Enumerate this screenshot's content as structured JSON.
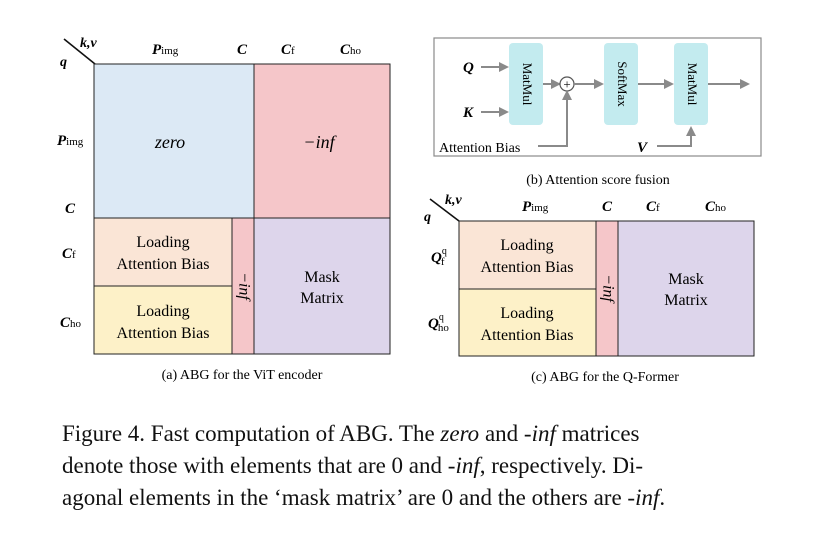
{
  "panel_a": {
    "corner_top": "k,v",
    "corner_left": "q",
    "col_labels": {
      "p_main": "P",
      "p_sub": "img",
      "c": "C",
      "cf_main": "C",
      "cf_sub": "f",
      "cho_main": "C",
      "cho_sub": "ho"
    },
    "row_labels": {
      "p_main": "P",
      "p_sub": "img",
      "c": "C",
      "cf_main": "C",
      "cf_sub": "f",
      "cho_main": "C",
      "cho_sub": "ho"
    },
    "zero_label": "zero",
    "neg_inf_label": "−inf",
    "loading_line1": "Loading",
    "loading_line2": "Attention Bias",
    "inf_vertical": "−inf",
    "mask_line1": "Mask",
    "mask_line2": "Matrix",
    "caption": "(a) ABG for the ViT encoder"
  },
  "panel_b": {
    "q": "Q",
    "k": "K",
    "v": "V",
    "matmul1": "MatMul",
    "softmax": "SoftMax",
    "matmul2": "MatMul",
    "bias": "Attention Bias",
    "plus": "+",
    "caption": "(b) Attention score fusion"
  },
  "panel_c": {
    "corner_top": "k,v",
    "corner_left": "q",
    "col_labels": {
      "p_main": "P",
      "p_sub": "img",
      "c": "C",
      "cf_main": "C",
      "cf_sub": "f",
      "cho_main": "C",
      "cho_sub": "ho"
    },
    "row_labels": {
      "qf_main": "Q",
      "qf_sup": "q",
      "qf_sub": "f",
      "qho_main": "Q",
      "qho_sup": "q",
      "qho_sub": "ho"
    },
    "loading_line1": "Loading",
    "loading_line2": "Attention Bias",
    "inf_vertical": "−inf",
    "mask_line1": "Mask",
    "mask_line2": "Matrix",
    "caption": "(c) ABG for the Q-Former"
  },
  "figure_caption": {
    "l1_a": "Figure 4. Fast computation of ABG. The ",
    "l1_zero": "zero",
    "l1_b": " and -",
    "l1_inf": "inf",
    "l1_c": " matrices",
    "l2_a": "denote those with elements that are 0 and -",
    "l2_inf": "inf",
    "l2_b": ", respectively. Di-",
    "l3_a": "agonal elements in the ‘mask matrix’ are 0 and the others are -",
    "l3_inf": "inf",
    "l3_b": "."
  },
  "colors": {
    "zero_fill": "#dce9f5",
    "neg_inf_fill": "#f5c6c9",
    "loading_top_fill": "#fae5d6",
    "loading_bottom_fill": "#fdf1c8",
    "mask_fill": "#ddd5eb",
    "op_box_fill": "#c3ebef",
    "arrow": "#8a8a8a"
  }
}
